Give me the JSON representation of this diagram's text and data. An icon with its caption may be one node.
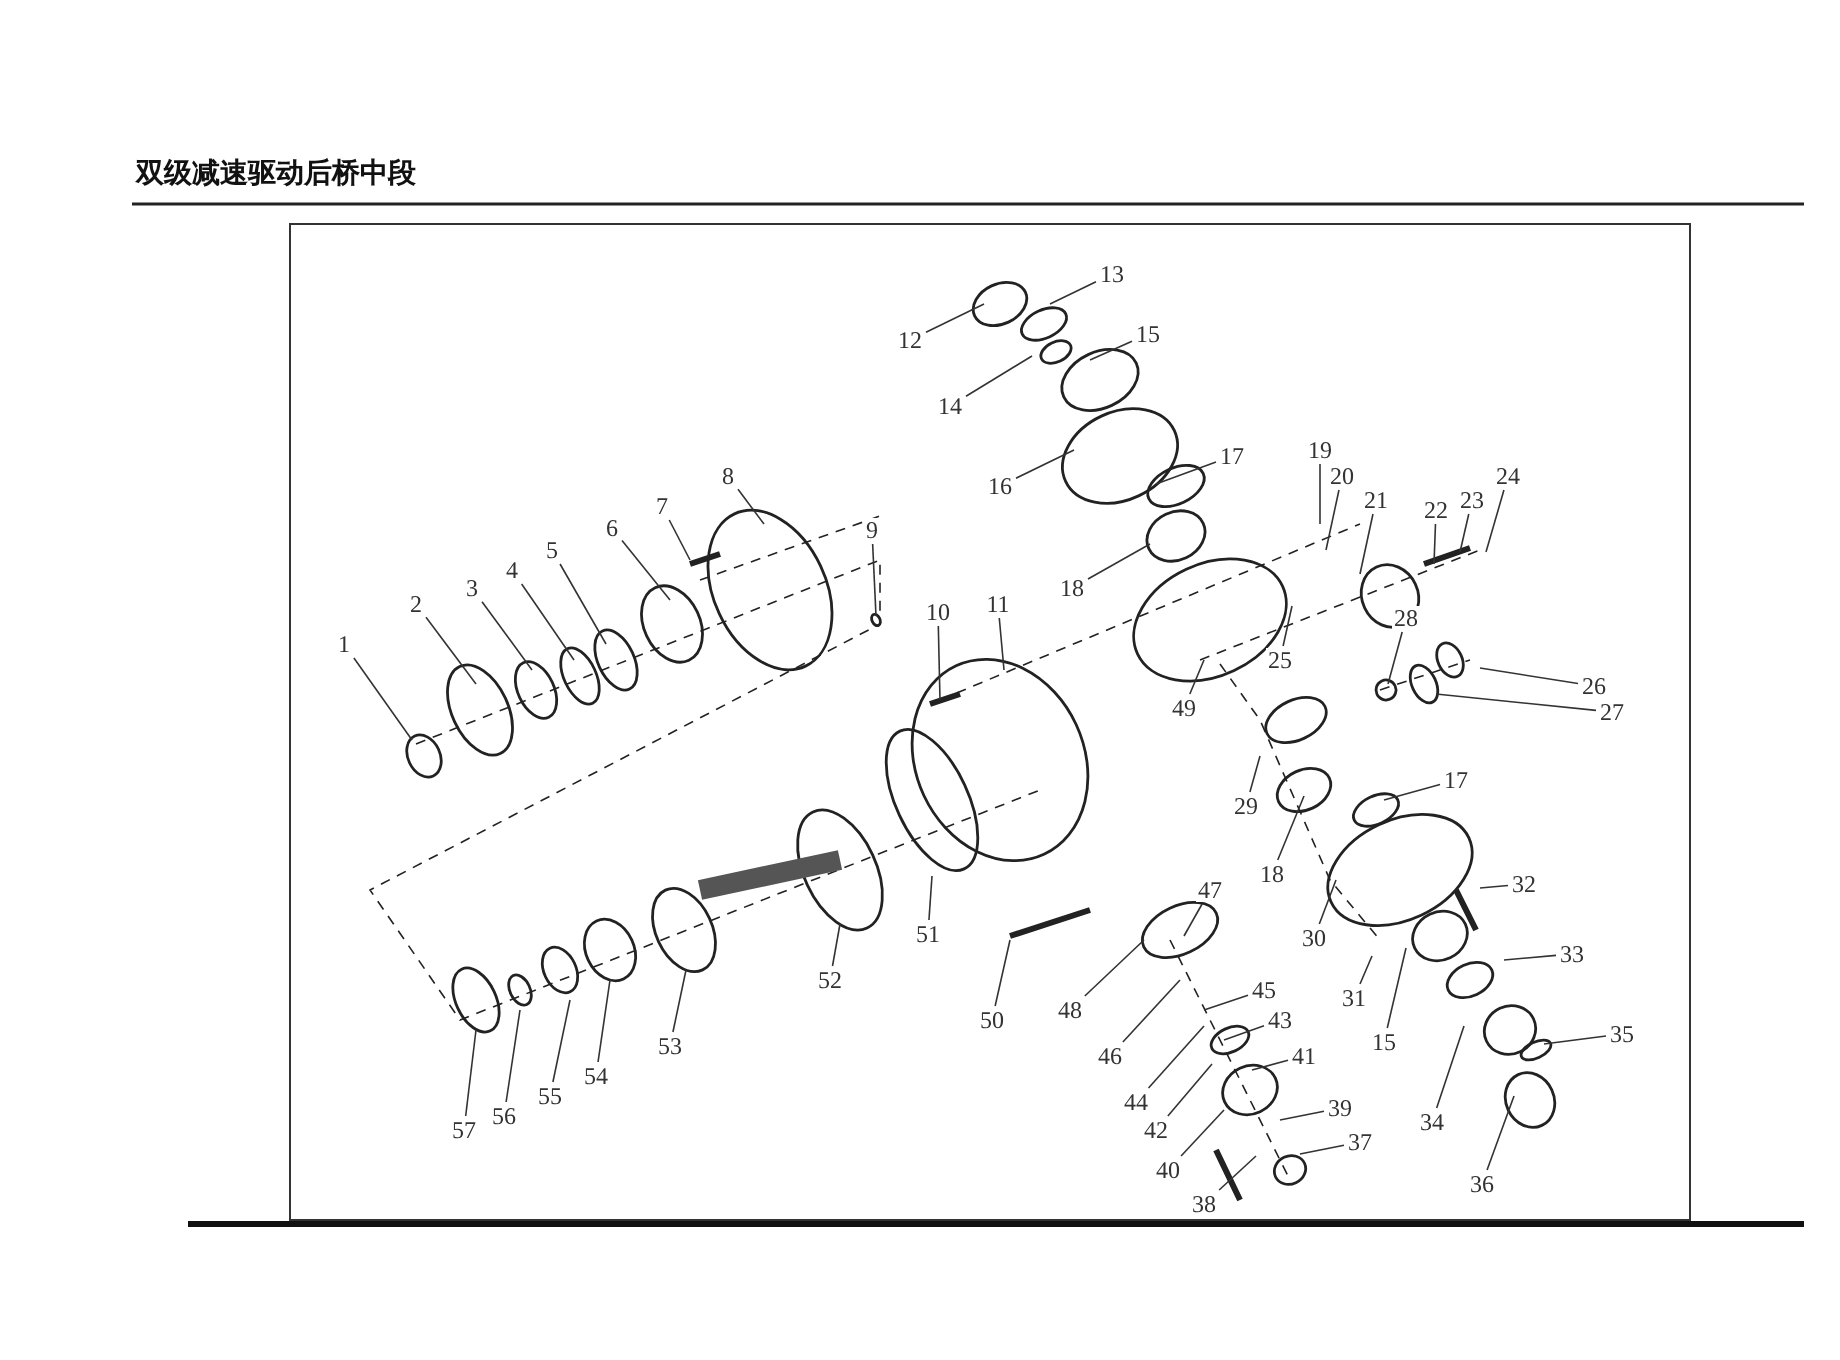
{
  "diagram": {
    "title": "双级减速驱动后桥中段",
    "nodes": [
      {
        "text": [
          "13"
        ]
      },
      {
        "text": [
          "15"
        ]
      },
      {
        "text": [
          "12"
        ]
      },
      {
        "text": [
          "14"
        ]
      },
      {
        "text": [
          "19"
        ]
      },
      {
        "text": [
          "17"
        ]
      },
      {
        "text": [
          "20"
        ]
      },
      {
        "text": [
          "8"
        ]
      },
      {
        "text": [
          "24"
        ]
      },
      {
        "text": [
          "16"
        ]
      },
      {
        "text": [
          "21"
        ]
      },
      {
        "text": [
          "23"
        ]
      },
      {
        "text": [
          "7"
        ]
      },
      {
        "text": [
          "22"
        ]
      },
      {
        "text": [
          "6"
        ]
      },
      {
        "text": [
          "9"
        ]
      },
      {
        "text": [
          "5"
        ]
      },
      {
        "text": [
          "4"
        ]
      },
      {
        "text": [
          "18"
        ]
      },
      {
        "text": [
          "3"
        ]
      },
      {
        "text": [
          "2"
        ]
      },
      {
        "text": [
          "11"
        ]
      },
      {
        "text": [
          "10"
        ]
      },
      {
        "text": [
          "28"
        ]
      },
      {
        "text": [
          "1"
        ]
      },
      {
        "text": [
          "25"
        ]
      },
      {
        "text": [
          "26"
        ]
      },
      {
        "text": [
          "49"
        ]
      },
      {
        "text": [
          "27"
        ]
      },
      {
        "text": [
          "17"
        ]
      },
      {
        "text": [
          "29"
        ]
      },
      {
        "text": [
          "18"
        ]
      },
      {
        "text": [
          "32"
        ]
      },
      {
        "text": [
          "47"
        ]
      },
      {
        "text": [
          "51"
        ]
      },
      {
        "text": [
          "30"
        ]
      },
      {
        "text": [
          "33"
        ]
      },
      {
        "text": [
          "52"
        ]
      },
      {
        "text": [
          "45"
        ]
      },
      {
        "text": [
          "31"
        ]
      },
      {
        "text": [
          "48"
        ]
      },
      {
        "text": [
          "43"
        ]
      },
      {
        "text": [
          "50"
        ]
      },
      {
        "text": [
          "35"
        ]
      },
      {
        "text": [
          "15"
        ]
      },
      {
        "text": [
          "53"
        ]
      },
      {
        "text": [
          "41"
        ]
      },
      {
        "text": [
          "46"
        ]
      },
      {
        "text": [
          "54"
        ]
      },
      {
        "text": [
          "55"
        ]
      },
      {
        "text": [
          "44"
        ]
      },
      {
        "text": [
          "39"
        ]
      },
      {
        "text": [
          "56"
        ]
      },
      {
        "text": [
          "34"
        ]
      },
      {
        "text": [
          "57"
        ]
      },
      {
        "text": [
          "42"
        ]
      },
      {
        "text": [
          "37"
        ]
      },
      {
        "text": [
          "40"
        ]
      },
      {
        "text": [
          "36"
        ]
      },
      {
        "text": [
          "38"
        ]
      }
    ],
    "edges": [
      {
        "from": 0,
        "to": null,
        "arrow": "none"
      },
      {
        "from": 1,
        "to": null,
        "arrow": "none"
      },
      {
        "from": 2,
        "to": null,
        "arrow": "none"
      },
      {
        "from": 3,
        "to": null,
        "arrow": "none"
      },
      {
        "from": 4,
        "to": null,
        "arrow": "none"
      },
      {
        "from": 5,
        "to": null,
        "arrow": "none"
      },
      {
        "from": 6,
        "to": null,
        "arrow": "none"
      },
      {
        "from": 7,
        "to": null,
        "arrow": "none"
      },
      {
        "from": 8,
        "to": null,
        "arrow": "none"
      },
      {
        "from": 9,
        "to": null,
        "arrow": "none"
      },
      {
        "from": 10,
        "to": null,
        "arrow": "none"
      },
      {
        "from": 11,
        "to": null,
        "arrow": "none"
      },
      {
        "from": 12,
        "to": null,
        "arrow": "none"
      },
      {
        "from": 13,
        "to": null,
        "arrow": "none"
      },
      {
        "from": 14,
        "to": null,
        "arrow": "none"
      },
      {
        "from": 15,
        "to": null,
        "arrow": "none"
      },
      {
        "from": 16,
        "to": null,
        "arrow": "none"
      },
      {
        "from": 17,
        "to": null,
        "arrow": "none"
      },
      {
        "from": 18,
        "to": null,
        "arrow": "none"
      },
      {
        "from": 19,
        "to": null,
        "arrow": "none"
      },
      {
        "from": 20,
        "to": null,
        "arrow": "none"
      },
      {
        "from": 21,
        "to": null,
        "arrow": "none"
      },
      {
        "from": 22,
        "to": null,
        "arrow": "none"
      },
      {
        "from": 23,
        "to": null,
        "arrow": "none"
      },
      {
        "from": 24,
        "to": null,
        "arrow": "none"
      },
      {
        "from": 25,
        "to": null,
        "arrow": "none"
      },
      {
        "from": 26,
        "to": null,
        "arrow": "none"
      },
      {
        "from": 27,
        "to": null,
        "arrow": "none"
      },
      {
        "from": 28,
        "to": null,
        "arrow": "none"
      },
      {
        "from": 29,
        "to": null,
        "arrow": "none"
      },
      {
        "from": 30,
        "to": null,
        "arrow": "none"
      },
      {
        "from": 31,
        "to": null,
        "arrow": "none"
      },
      {
        "from": 32,
        "to": null,
        "arrow": "none"
      },
      {
        "from": 33,
        "to": null,
        "arrow": "none"
      },
      {
        "from": 34,
        "to": null,
        "arrow": "none"
      },
      {
        "from": 35,
        "to": null,
        "arrow": "none"
      },
      {
        "from": 36,
        "to": null,
        "arrow": "none"
      },
      {
        "from": 37,
        "to": null,
        "arrow": "none"
      },
      {
        "from": 38,
        "to": null,
        "arrow": "none"
      },
      {
        "from": 39,
        "to": null,
        "arrow": "none"
      },
      {
        "from": 40,
        "to": null,
        "arrow": "none"
      },
      {
        "from": 41,
        "to": null,
        "arrow": "none"
      },
      {
        "from": 42,
        "to": null,
        "arrow": "none"
      },
      {
        "from": 43,
        "to": null,
        "arrow": "none"
      },
      {
        "from": 44,
        "to": null,
        "arrow": "none"
      },
      {
        "from": 45,
        "to": null,
        "arrow": "none"
      },
      {
        "from": 46,
        "to": null,
        "arrow": "none"
      },
      {
        "from": 47,
        "to": null,
        "arrow": "none"
      },
      {
        "from": 48,
        "to": null,
        "arrow": "none"
      },
      {
        "from": 49,
        "to": null,
        "arrow": "none"
      },
      {
        "from": 50,
        "to": null,
        "arrow": "none"
      },
      {
        "from": 51,
        "to": null,
        "arrow": "none"
      },
      {
        "from": 52,
        "to": null,
        "arrow": "none"
      },
      {
        "from": 53,
        "to": null,
        "arrow": "none"
      },
      {
        "from": 54,
        "to": null,
        "arrow": "none"
      },
      {
        "from": 55,
        "to": null,
        "arrow": "none"
      },
      {
        "from": 56,
        "to": null,
        "arrow": "none"
      },
      {
        "from": 57,
        "to": null,
        "arrow": "none"
      },
      {
        "from": 58,
        "to": null,
        "arrow": "none"
      },
      {
        "from": 59,
        "to": null,
        "arrow": "none"
      }
    ]
  }
}
